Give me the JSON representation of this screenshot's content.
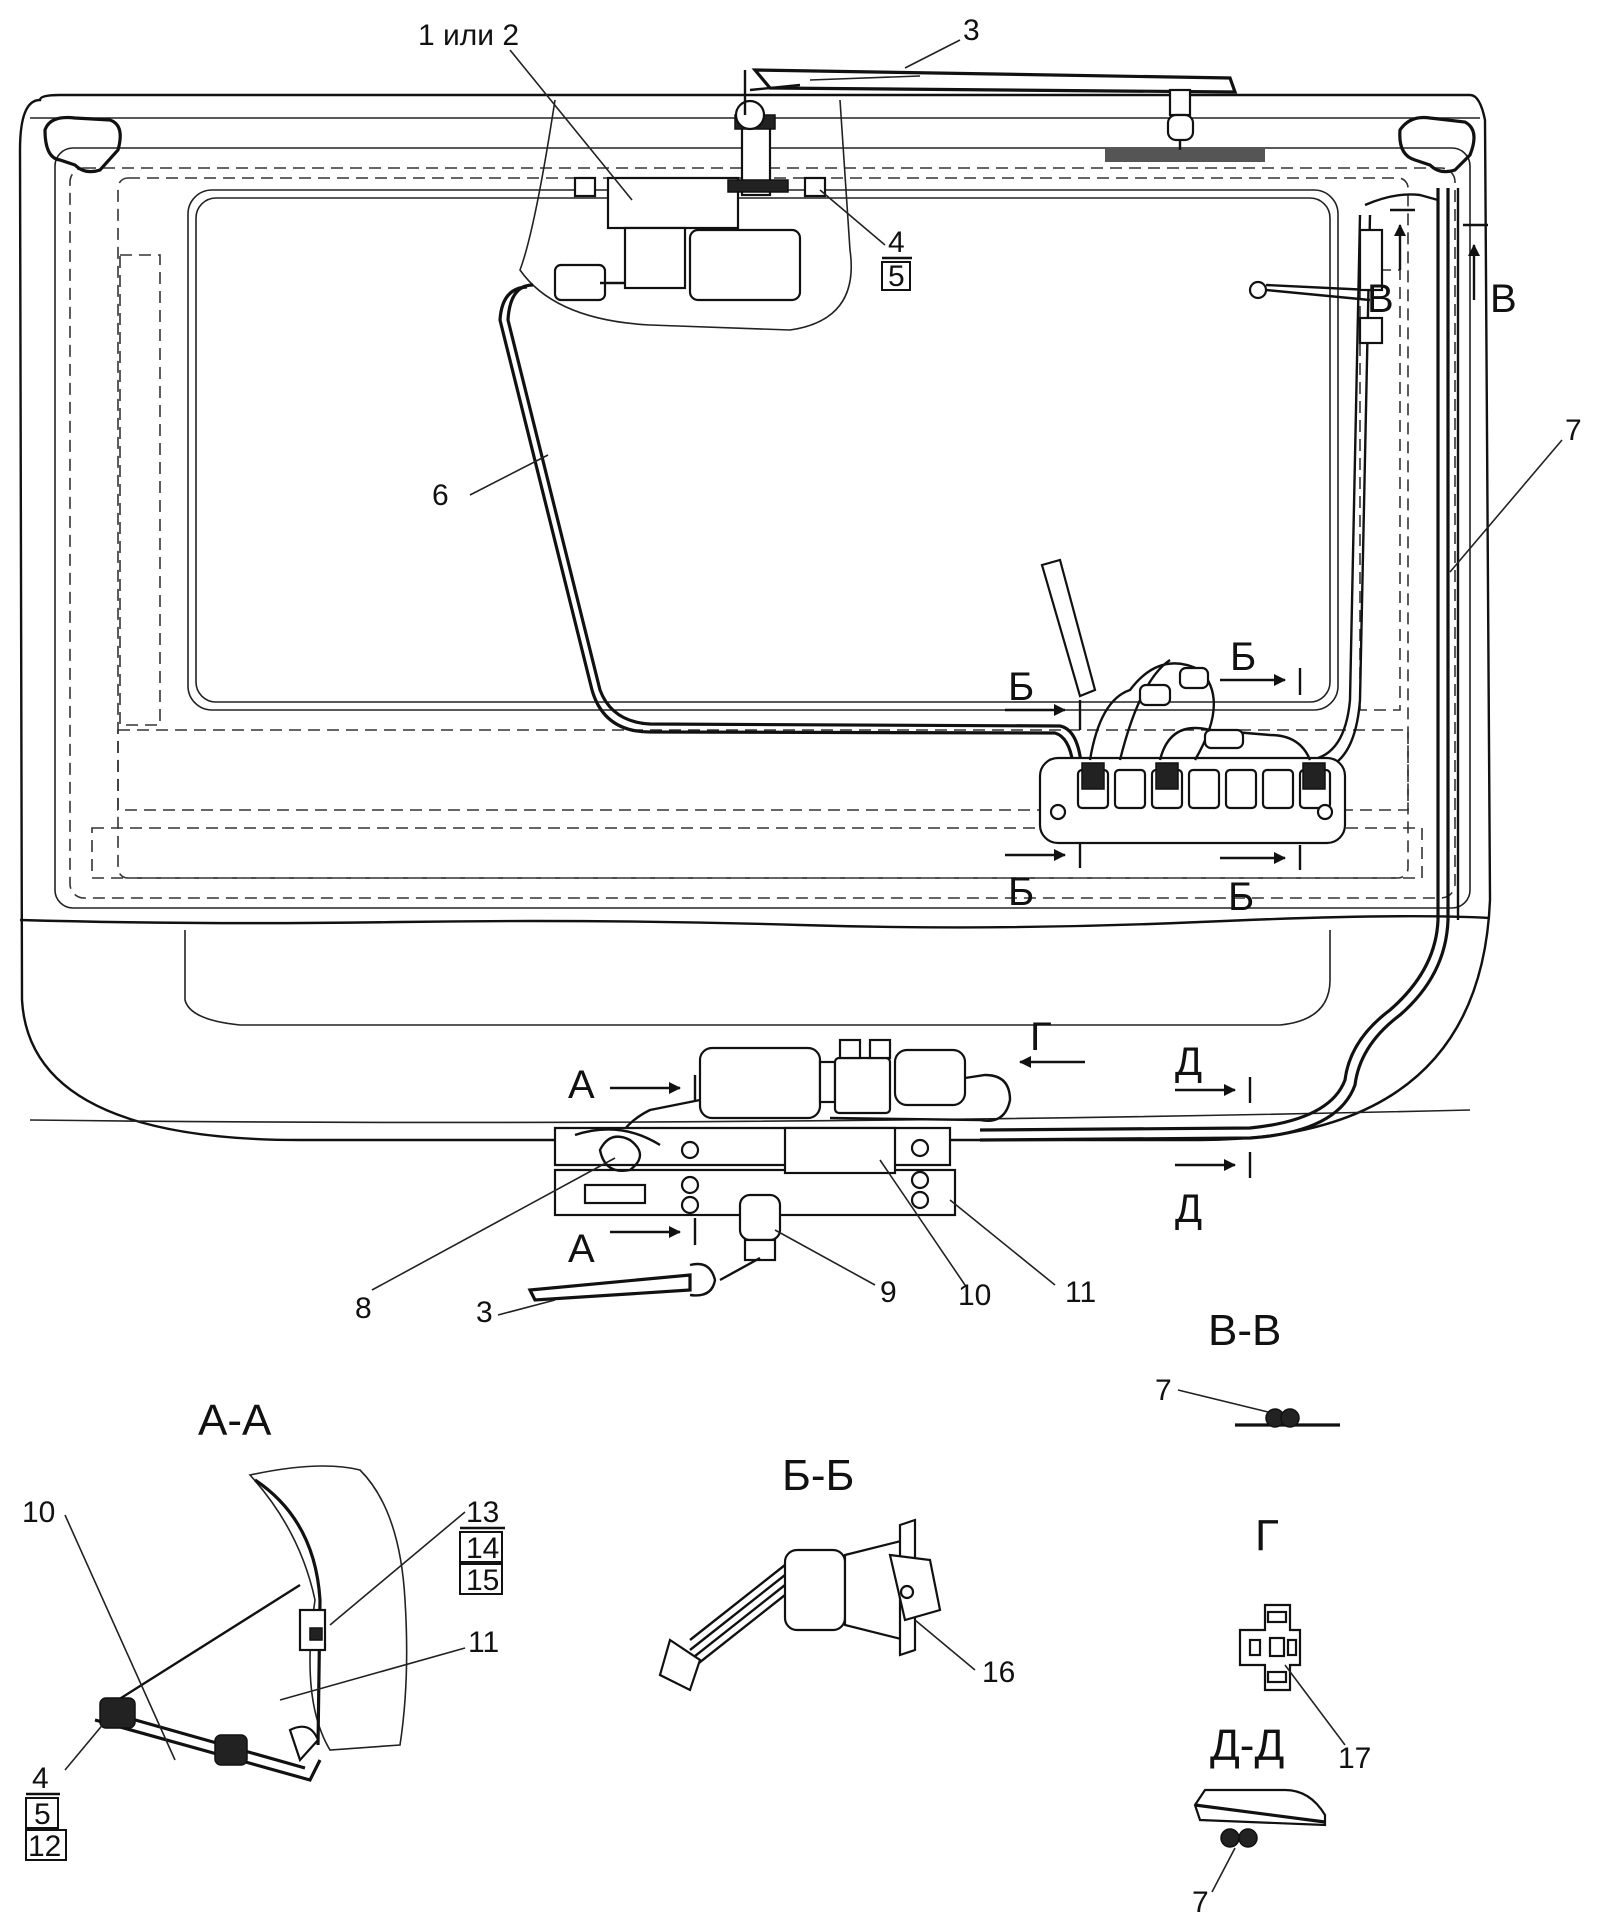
{
  "labels": {
    "part_1or2": "1 или 2",
    "part_3_top": "3",
    "part_3_bottom": "3",
    "part_4_top": "4",
    "part_5_top": "5",
    "part_6": "6",
    "part_7_main": "7",
    "part_7_vv": "7",
    "part_7_dd": "7",
    "part_8": "8",
    "part_9": "9",
    "part_10_main": "10",
    "part_11_main": "11",
    "part_10_aa": "10",
    "part_11_aa": "11",
    "part_4_aa": "4",
    "part_5_aa": "5",
    "part_12_aa": "12",
    "part_13_aa": "13",
    "part_14_aa": "14",
    "part_15_aa": "15",
    "part_16": "16",
    "part_17": "17"
  },
  "section_markers": {
    "b_left_top": "Б",
    "b_right_top": "Б",
    "b_left_bottom": "Б",
    "b_right_bottom": "Б",
    "v_left": "В",
    "v_right": "В",
    "g": "Г",
    "a_top": "А",
    "a_bottom": "А",
    "d_top": "Д",
    "d_bottom": "Д"
  },
  "views": {
    "aa": "А-А",
    "bb": "Б-Б",
    "vv": "В-В",
    "g": "Г",
    "dd": "Д-Д"
  }
}
